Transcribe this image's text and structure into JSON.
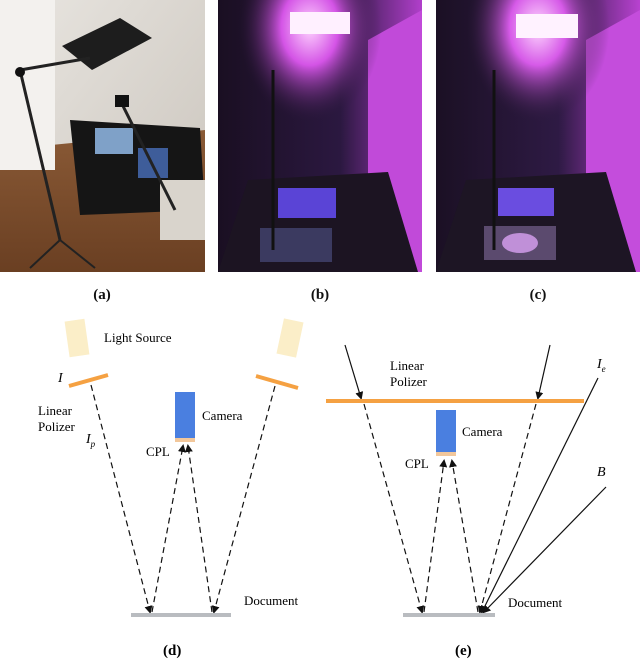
{
  "captions": {
    "a": "(a)",
    "b": "(b)",
    "c": "(c)",
    "d": "(d)",
    "e": "(e)"
  },
  "photos": [
    {
      "name": "photo-setup-overview",
      "colors": {
        "bg": "#b9b4ad",
        "table": "#141414"
      }
    },
    {
      "name": "photo-uv-light-doc1",
      "colors": {
        "bg": "#2a1638",
        "light": "#ff7dff"
      }
    },
    {
      "name": "photo-uv-light-doc2",
      "colors": {
        "bg": "#2d1a3a",
        "light": "#ff86ff"
      }
    }
  ],
  "diagram_d": {
    "light_source": "Light Source",
    "linear_polizer_line1": "Linear",
    "linear_polizer_line2": "Polizer",
    "i_label": "I",
    "ip_label": "I",
    "ip_sub": "p",
    "camera": "Camera",
    "cpl": "CPL",
    "document": "Document"
  },
  "diagram_e": {
    "linear_polizer_line1": "Linear",
    "linear_polizer_line2": "Polizer",
    "ie_label": "I",
    "ie_sub": "e",
    "b_label": "B",
    "camera": "Camera",
    "cpl": "CPL",
    "document": "Document"
  },
  "colors": {
    "orange": "#f5a142",
    "camera_blue": "#4a7fe0",
    "light_yellow": "#fbeec8",
    "doc_gray": "#b9bcc0"
  }
}
